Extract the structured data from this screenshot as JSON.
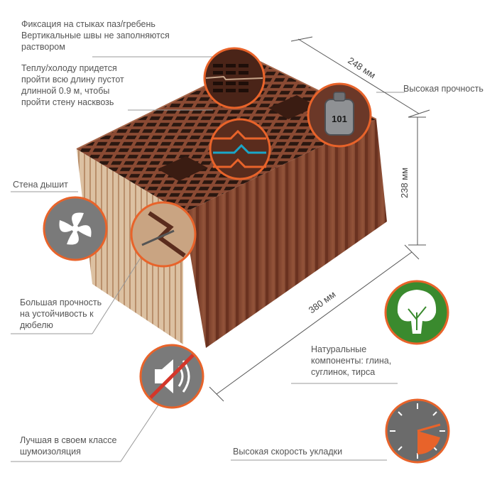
{
  "labels": {
    "joint_fixation": "Фиксация на стыках паз/гребень\nВертикальные швы не заполняются\nраствором",
    "heat_path": "Теплу/холоду придется\nпройти всю длину пустот\nдлинной 0.9 м, чтобы\nпройти стену насквозь",
    "high_strength": "Высокая прочность",
    "breathing_wall": "Стена дышит",
    "anchor_strength": "Большая прочность\nна устойчивость к\nдюбелю",
    "natural_components": "Натуральные\nкомпоненты: глина,\nсуглинок, тирса",
    "sound_insulation": "Лучшая в своем классе\nшумоизоляция",
    "laying_speed": "Высокая скорость укладки"
  },
  "dimensions": {
    "depth": "248 мм",
    "height": "238 мм",
    "length": "380 мм"
  },
  "weight_badge": "101",
  "colors": {
    "accent": "#e8632a",
    "icon_gray": "#7a7a7a",
    "tree_green": "#3a8a2e",
    "block_front": "#8a4a33",
    "block_top": "#6e3826",
    "block_side": "#d8b796"
  }
}
